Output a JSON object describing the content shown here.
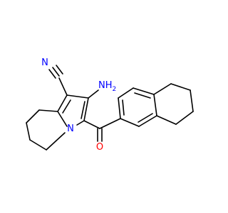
{
  "molecule": {
    "atoms": {
      "nitrile_n": "N",
      "amino": "NH",
      "amino_h2": "2",
      "ring_n": "N",
      "carbonyl_o": "O"
    },
    "colors": {
      "bond": "#000000",
      "nitrogen": "#0000ff",
      "oxygen": "#ff0000"
    }
  }
}
